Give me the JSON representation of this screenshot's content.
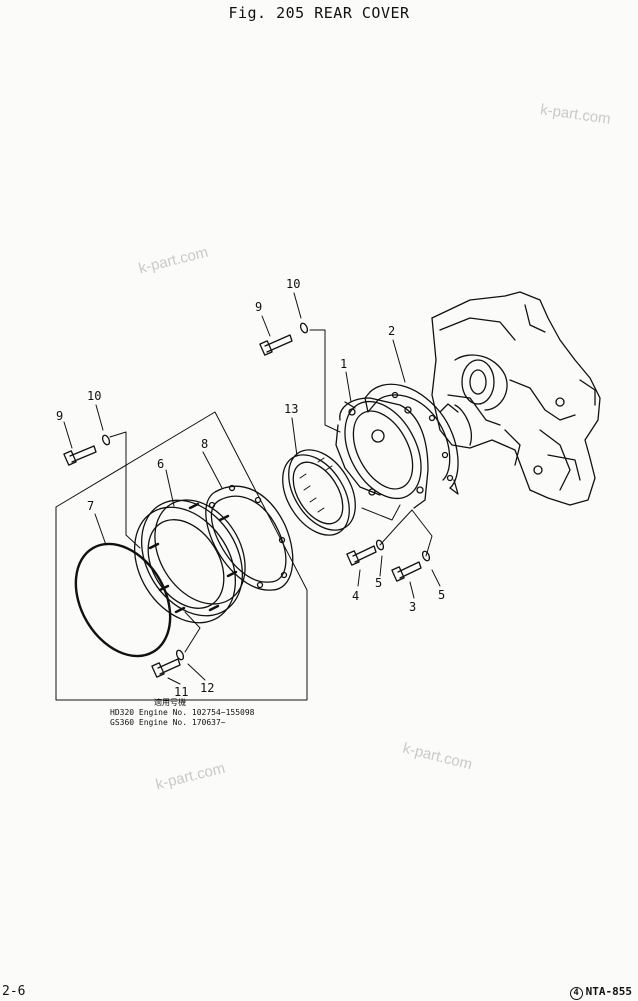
{
  "title": "Fig. 205   REAR COVER",
  "watermark": "k-part.com",
  "callouts": {
    "p1": "1",
    "p2": "2",
    "p3": "3",
    "p4": "4",
    "p5a": "5",
    "p5b": "5",
    "p6": "6",
    "p7": "7",
    "p8": "8",
    "p9a": "9",
    "p9b": "9",
    "p10a": "10",
    "p10b": "10",
    "p11": "11",
    "p12": "12",
    "p13": "13"
  },
  "applicability": {
    "header": "適用号機",
    "rows": [
      "HD320  Engine  No.  102754~155098",
      "GS360  Engine  No.  170637~"
    ]
  },
  "footer": {
    "page": "2-6",
    "circle_mark": "4",
    "code": "NTA-855"
  }
}
